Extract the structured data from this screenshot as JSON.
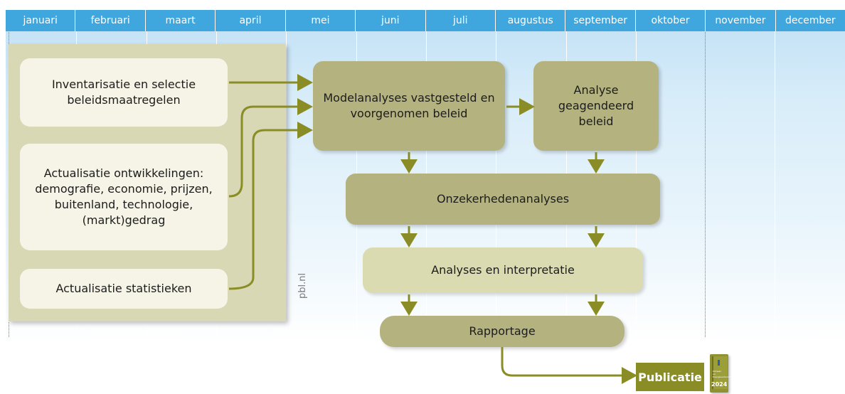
{
  "timeline": {
    "months": [
      "januari",
      "februari",
      "maart",
      "april",
      "mei",
      "juni",
      "juli",
      "augustus",
      "september",
      "oktober",
      "november",
      "december"
    ]
  },
  "inputs": {
    "inventarisatie": "Inventarisatie en selectie beleidsmaatregelen",
    "ontwikkelingen": "Actualisatie ontwikkelingen: demografie, economie, prijzen, buitenland, technologie, (markt)gedrag",
    "statistieken": "Actualisatie statistieken"
  },
  "process": {
    "modelanalyses": "Modelanalyses vastgesteld en voorgenomen beleid",
    "analyse_geagendeerd": "Analyse geagendeerd beleid",
    "onzekerheden": "Onzekerhedenanalyses",
    "analyses_interpretatie": "Analyses en interpretatie",
    "rapportage": "Rapportage"
  },
  "output": {
    "publicatie": "Publicatie",
    "report_year": "2024",
    "report_cover_text": "Klimaat- en Energieverkenning"
  },
  "credit": "pbl.nl",
  "colors": {
    "month_header": "#3fa7dd",
    "panel": "#d8d8b4",
    "input_box": "#f6f4e6",
    "process_box": "#b4b37f",
    "light_box": "#dadbb1",
    "arrow": "#8a8c26",
    "publicatie": "#8a8c26"
  }
}
